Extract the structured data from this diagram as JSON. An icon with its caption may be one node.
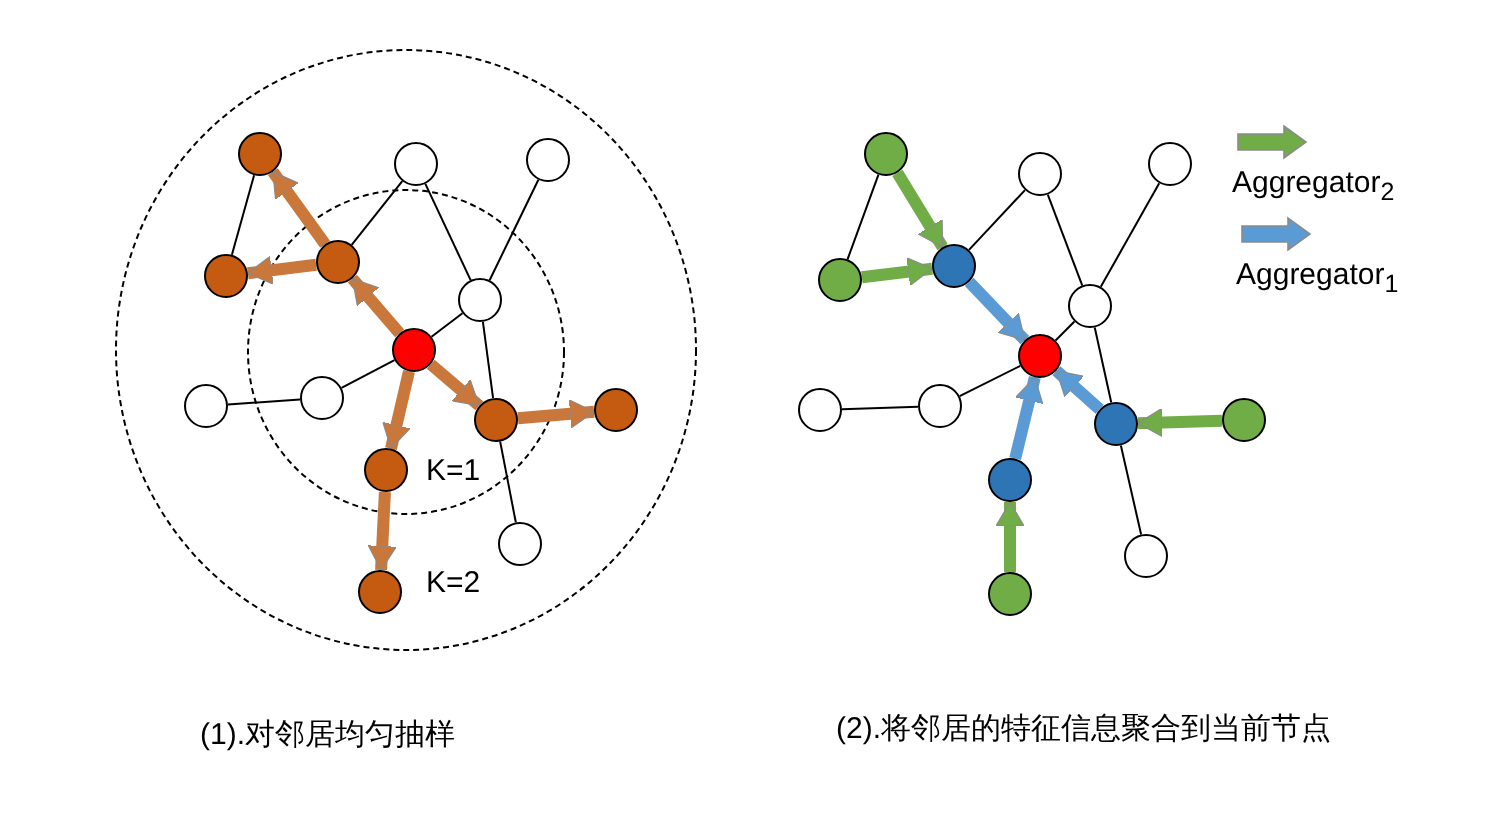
{
  "diagram": {
    "nodes": [
      {
        "text": [],
        "shape": "circle"
      },
      {
        "text": [],
        "shape": "circle"
      },
      {
        "text": [],
        "shape": "circle"
      },
      {
        "text": [],
        "shape": "circle"
      },
      {
        "text": [],
        "shape": "circle"
      },
      {
        "text": [],
        "shape": "circle"
      },
      {
        "text": [],
        "shape": "circle"
      },
      {
        "text": [],
        "shape": "circle"
      },
      {
        "text": [],
        "shape": "circle"
      },
      {
        "text": [],
        "shape": "circle"
      },
      {
        "text": [],
        "shape": "circle"
      },
      {
        "text": [],
        "shape": "circle"
      },
      {
        "text": [],
        "shape": "circle"
      },
      {
        "text": [],
        "shape": "circle"
      },
      {
        "text": [],
        "shape": "circle"
      },
      {
        "text": [],
        "shape": "circle"
      },
      {
        "text": [],
        "shape": "circle"
      },
      {
        "text": [],
        "shape": "circle"
      },
      {
        "text": [],
        "shape": "circle"
      },
      {
        "text": [],
        "shape": "circle"
      },
      {
        "text": [],
        "shape": "circle"
      },
      {
        "text": [],
        "shape": "circle"
      },
      {
        "text": [],
        "shape": "circle"
      },
      {
        "text": [],
        "shape": "circle"
      },
      {
        "text": [],
        "shape": "circle"
      },
      {
        "text": [],
        "shape": "circle"
      },
      {
        "text": [],
        "shape": "circle"
      },
      {
        "text": [],
        "shape": "circle"
      }
    ],
    "edges": [
      {
        "from": 0,
        "to": 4,
        "arrow": "none"
      },
      {
        "from": 3,
        "to": 0,
        "arrow": "to",
        "style": "thick",
        "color": "#c9773a"
      },
      {
        "from": 3,
        "to": 4,
        "arrow": "to",
        "style": "thick",
        "color": "#c9773a"
      },
      {
        "from": 3,
        "to": 1,
        "arrow": "none"
      },
      {
        "from": 6,
        "to": 3,
        "arrow": "to",
        "style": "thick",
        "color": "#c9773a"
      },
      {
        "from": 1,
        "to": 5,
        "arrow": "none"
      },
      {
        "from": 2,
        "to": 5,
        "arrow": "none"
      },
      {
        "from": 5,
        "to": 6,
        "arrow": "none"
      },
      {
        "from": 6,
        "to": 8,
        "arrow": "none"
      },
      {
        "from": 8,
        "to": 7,
        "arrow": "none"
      },
      {
        "from": 6,
        "to": 9,
        "arrow": "to",
        "style": "thick",
        "color": "#c9773a"
      },
      {
        "from": 9,
        "to": 10,
        "arrow": "to",
        "style": "thick",
        "color": "#c9773a"
      },
      {
        "from": 6,
        "to": 11,
        "arrow": "to",
        "style": "thick",
        "color": "#c9773a"
      },
      {
        "from": 11,
        "to": 13,
        "arrow": "to",
        "style": "thick",
        "color": "#c9773a"
      },
      {
        "from": 5,
        "to": 9,
        "arrow": "none"
      },
      {
        "from": 9,
        "to": 12,
        "arrow": "none"
      },
      {
        "from": 14,
        "to": 18,
        "arrow": "none"
      },
      {
        "from": 14,
        "to": 17,
        "arrow": "to",
        "style": "thick",
        "color": "#70ad47"
      },
      {
        "from": 18,
        "to": 17,
        "arrow": "to",
        "style": "thick",
        "color": "#70ad47"
      },
      {
        "from": 17,
        "to": 15,
        "arrow": "none"
      },
      {
        "from": 17,
        "to": 20,
        "arrow": "to",
        "style": "thick",
        "color": "#5b9bd5"
      },
      {
        "from": 15,
        "to": 19,
        "arrow": "none"
      },
      {
        "from": 16,
        "to": 19,
        "arrow": "none"
      },
      {
        "from": 19,
        "to": 20,
        "arrow": "none"
      },
      {
        "from": 20,
        "to": 22,
        "arrow": "none"
      },
      {
        "from": 22,
        "to": 21,
        "arrow": "none"
      },
      {
        "from": 23,
        "to": 20,
        "arrow": "to",
        "style": "thick",
        "color": "#5b9bd5"
      },
      {
        "from": 24,
        "to": 23,
        "arrow": "to",
        "style": "thick",
        "color": "#70ad47"
      },
      {
        "from": 25,
        "to": 20,
        "arrow": "to",
        "style": "thick",
        "color": "#5b9bd5"
      },
      {
        "from": 27,
        "to": 25,
        "arrow": "to",
        "style": "thick",
        "color": "#70ad47"
      },
      {
        "from": 19,
        "to": 23,
        "arrow": "none"
      },
      {
        "from": 23,
        "to": 26,
        "arrow": "none"
      }
    ],
    "labels": [
      "K=1",
      "K=2",
      "(1).对邻居均匀抽样",
      "(2).将邻居的特征信息聚合到当前节点"
    ],
    "legend": [
      {
        "text": "Aggregator$_{2}$",
        "color": "#70ad47"
      },
      {
        "text": "Aggregator$_{1}$",
        "color": "#5b9bd5"
      }
    ]
  }
}
